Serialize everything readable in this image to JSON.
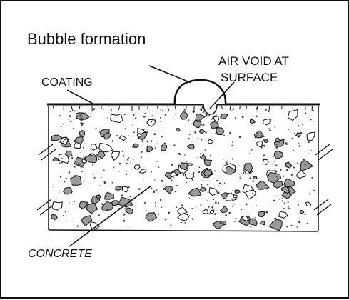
{
  "labels": {
    "title": "Bubble formation",
    "air_void_line1": "AIR VOID AT",
    "air_void_line2": "SURFACE",
    "coating": "COATING",
    "concrete": "CONCRETE"
  },
  "colors": {
    "ink": "#111111",
    "aggregate_fill": "#9a9a9a",
    "background": "#ffffff"
  }
}
